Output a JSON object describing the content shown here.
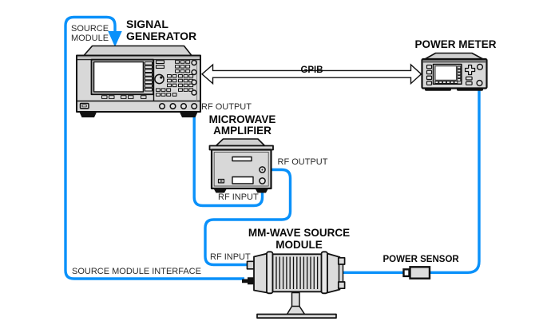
{
  "figure": {
    "background": "#ffffff",
    "cable_color": "#0a91fa",
    "outline_color": "#111111",
    "panel_color": "#d8d8d8"
  },
  "labels": {
    "signal_generator": {
      "line1": "SIGNAL",
      "line2": "GENERATOR"
    },
    "source_module": {
      "line1": "SOURCE",
      "line2": "MODULE"
    },
    "power_meter": "POWER METER",
    "gpib": "GPIB",
    "sig_gen_rf_output": "RF OUTPUT",
    "microwave_amplifier": {
      "line1": "MICROWAVE",
      "line2": "AMPLIFIER"
    },
    "amp_rf_output": "RF OUTPUT",
    "amp_rf_input": "RF INPUT",
    "mm_wave_module": {
      "line1": "MM-WAVE SOURCE",
      "line2": "MODULE"
    },
    "module_rf_input": "RF INPUT",
    "source_module_interface": "SOURCE MODULE INTERFACE",
    "power_sensor": "POWER SENSOR"
  }
}
